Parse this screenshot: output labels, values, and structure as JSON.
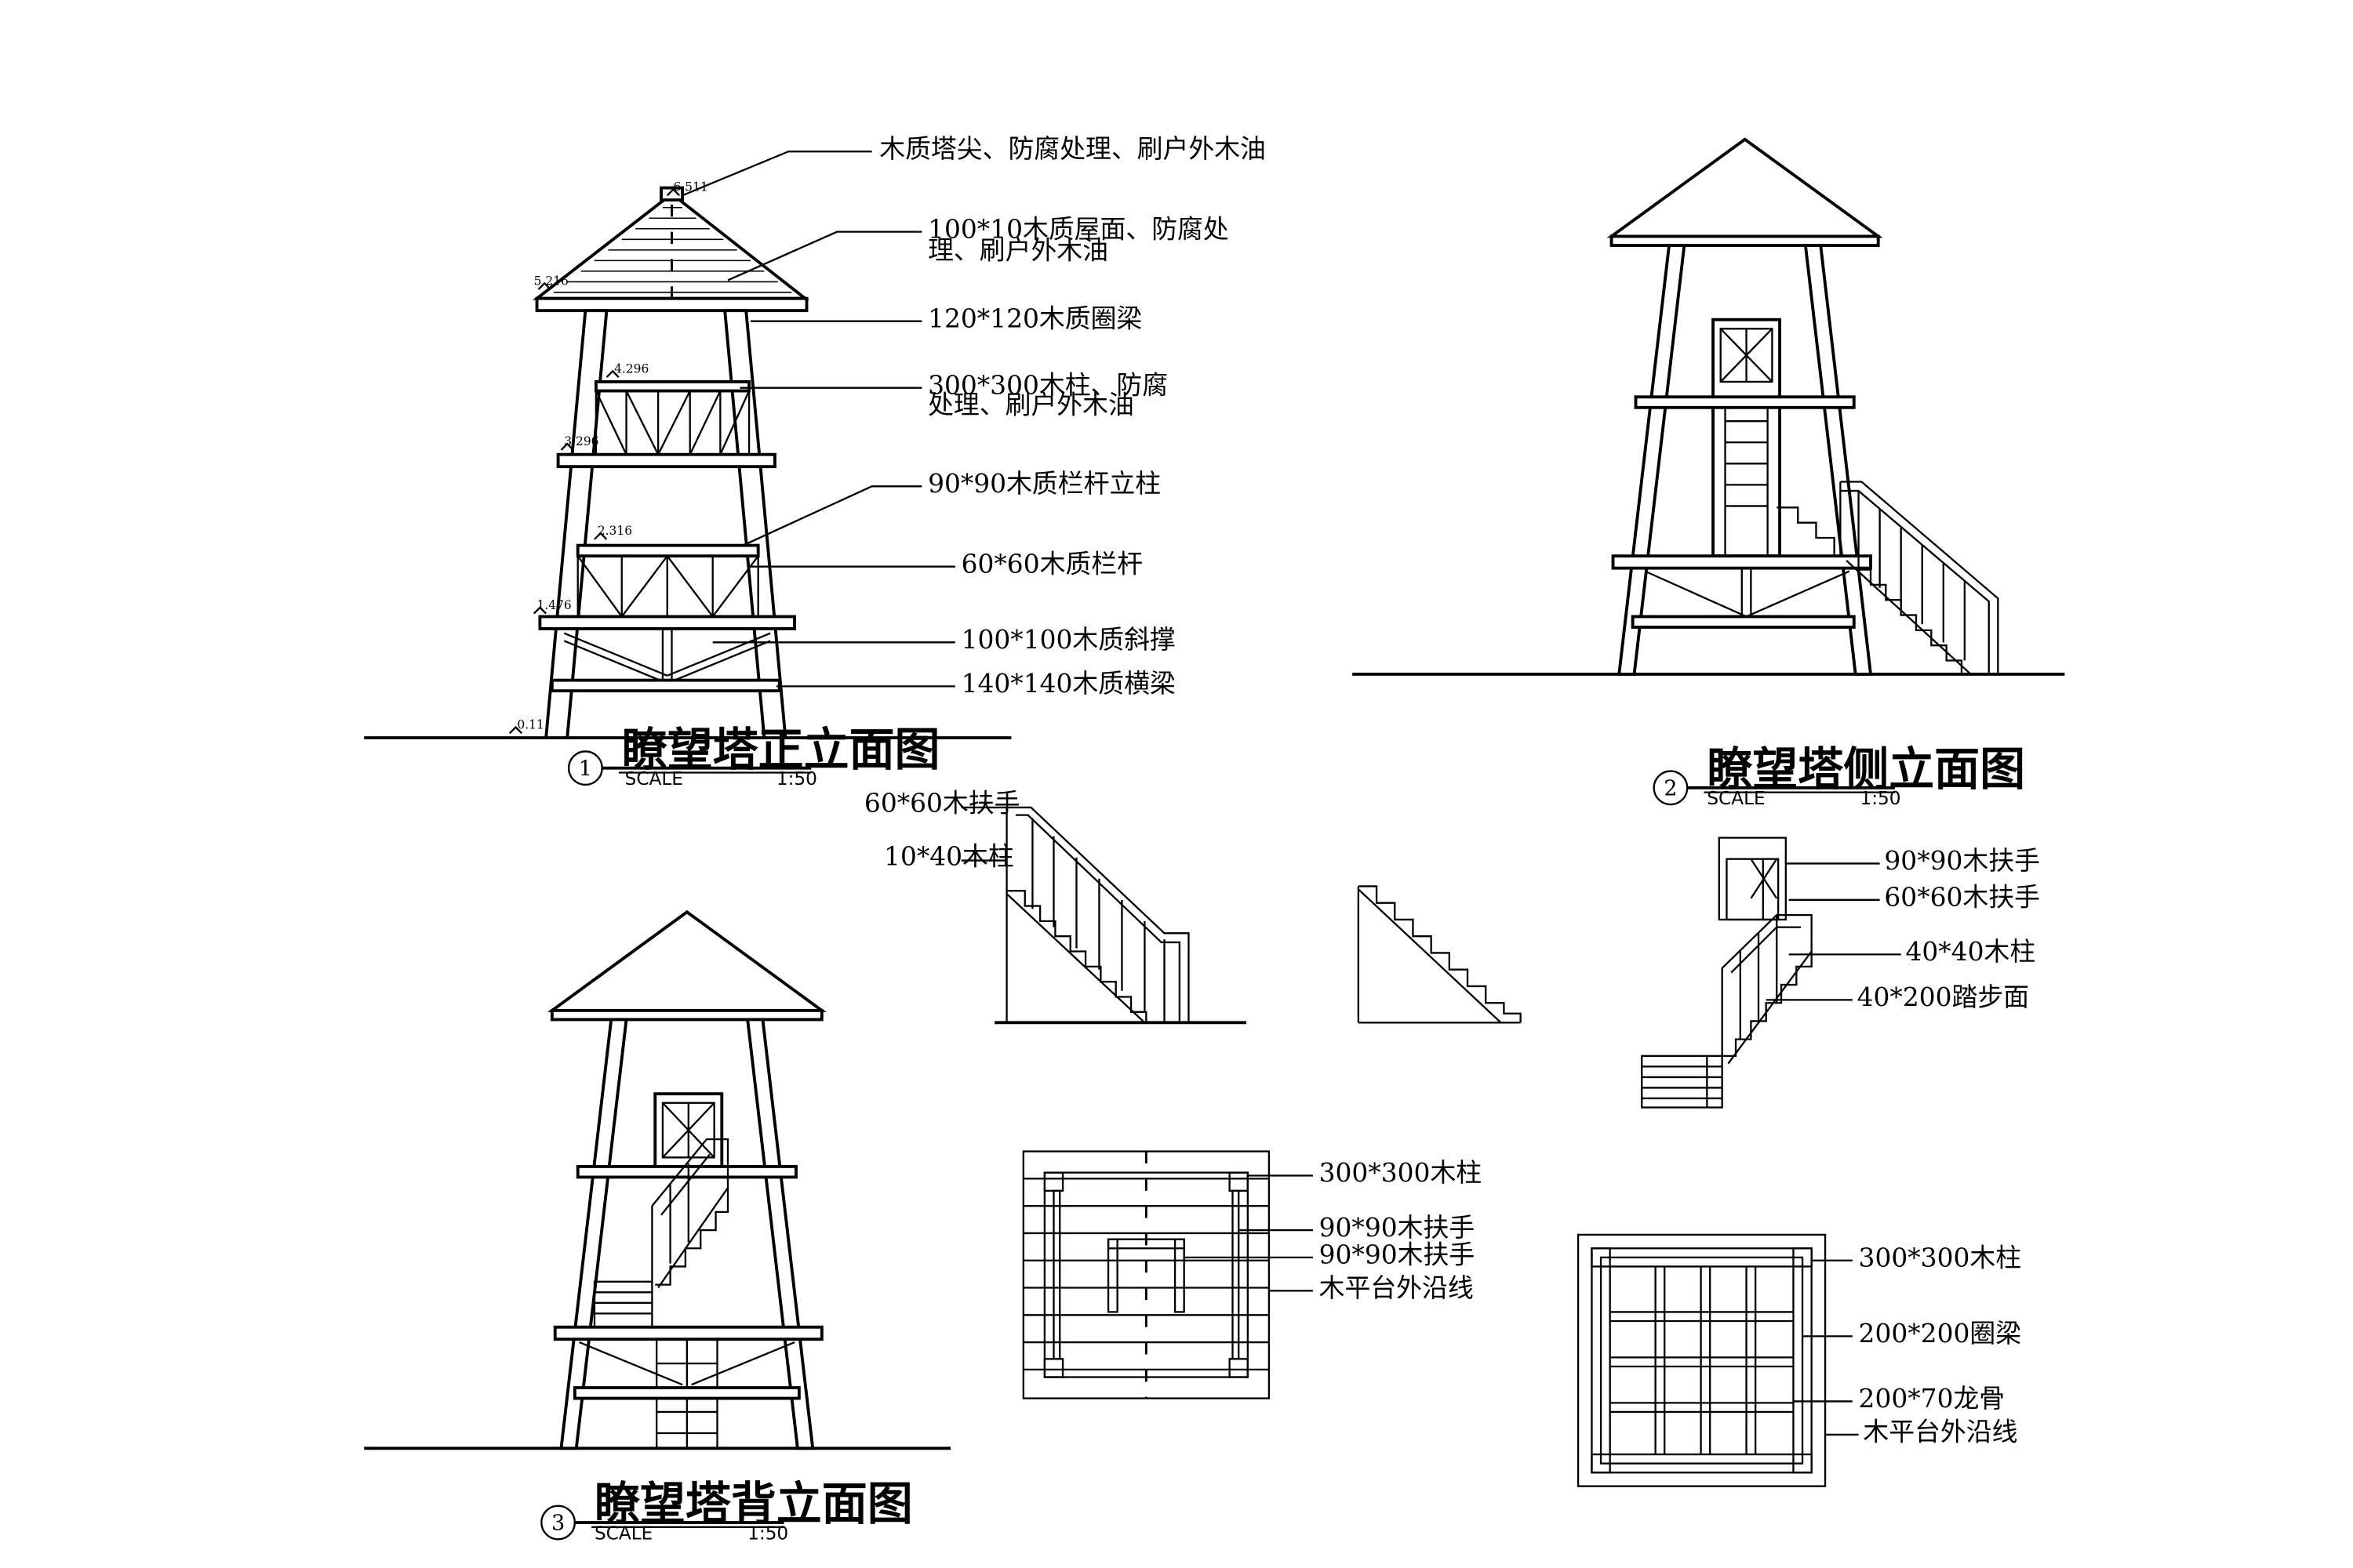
{
  "views": {
    "front": {
      "number": "1",
      "title": "瞭望塔正立面图",
      "scale_label": "SCALE",
      "scale_value": "1:50",
      "annotations": [
        "木质塔尖、防腐处理、刷户外木油",
        "100*10木质屋面、防腐处",
        "理、刷户外木油",
        "120*120木质圈梁",
        "300*300木柱、防腐",
        "处理、刷户外木油",
        "90*90木质栏杆立柱",
        "60*60木质栏杆",
        "100*100木质斜撑",
        "140*140木质横梁"
      ],
      "level_marks": [
        "6.511",
        "5.216",
        "4.296",
        "3.296",
        "2.316",
        "1.476",
        "0.11"
      ]
    },
    "side": {
      "number": "2",
      "title": "瞭望塔侧立面图",
      "scale_label": "SCALE",
      "scale_value": "1:50"
    },
    "back": {
      "number": "3",
      "title": "瞭望塔背立面图",
      "scale_label": "SCALE",
      "scale_value": "1:50"
    },
    "stair_elevation": {
      "annotations": [
        "60*60木扶手",
        "10*40木柱"
      ]
    },
    "stair_section": {
      "annotations": [
        "90*90木扶手",
        "60*60木扶手",
        "40*40木柱",
        "40*200踏步面"
      ]
    },
    "upper_plan": {
      "annotations": [
        "300*300木柱",
        "90*90木扶手",
        "90*90木扶手",
        "木平台外沿线"
      ]
    },
    "lower_plan": {
      "annotations": [
        "300*300木柱",
        "200*200圈梁",
        "200*70龙骨",
        "木平台外沿线"
      ]
    }
  }
}
